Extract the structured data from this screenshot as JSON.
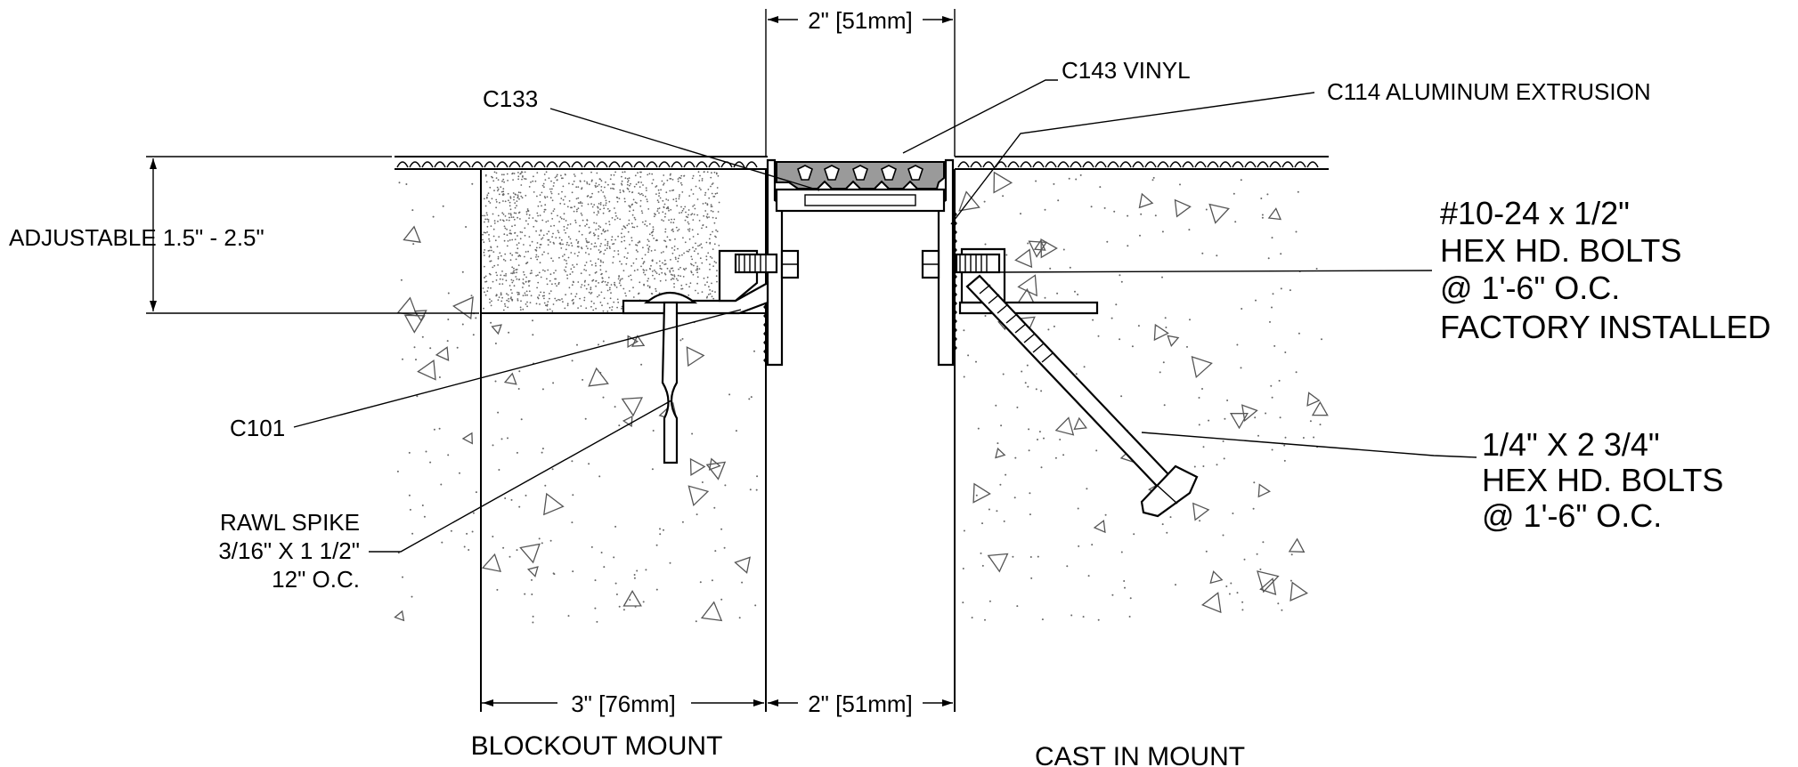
{
  "labels": {
    "top_dimension": "2\" [51mm]",
    "c133": "C133",
    "c143": "C143 VINYL",
    "c114": "C114 ALUMINUM EXTRUSION",
    "adjustable": "ADJUSTABLE 1.5\" - 2.5\"",
    "bolt_small": [
      "#10-24  x 1/2\"",
      "HEX HD. BOLTS",
      "@ 1'-6\" O.C.",
      "FACTORY INSTALLED"
    ],
    "c101": "C101",
    "bolt_large": [
      "1/4\" X 2 3/4\"",
      "HEX HD. BOLTS",
      "@ 1'-6\" O.C."
    ],
    "rawl_spike": [
      "RAWL SPIKE",
      "3/16\" X 1 1/2\"",
      "12\" O.C."
    ],
    "bottom_dim_left": "3\" [76mm]",
    "bottom_dim_right": "2\" [51mm]",
    "blockout_mount": "BLOCKOUT  MOUNT",
    "cast_in_mount": "CAST  IN  MOUNT"
  },
  "colors": {
    "line": "#000000",
    "vinyl_fill": "#9a9a9a",
    "aggregate": "#555555"
  }
}
